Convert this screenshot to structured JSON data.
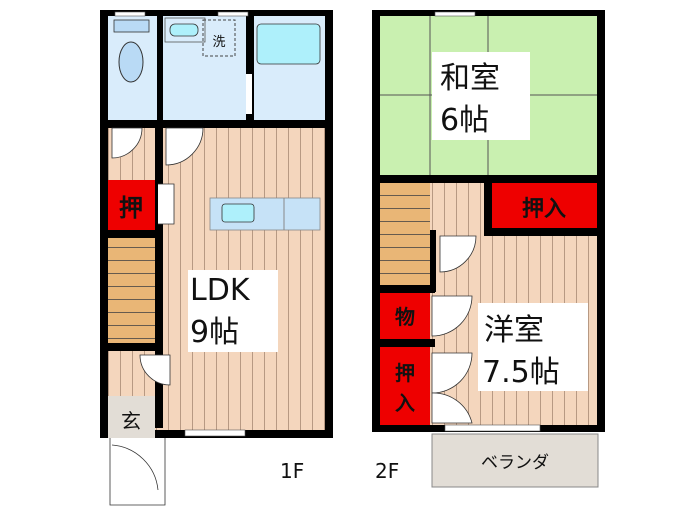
{
  "floor1": {
    "label": "1F",
    "rooms": {
      "ldk_name": "LDK",
      "ldk_size": "9帖",
      "closet": "押",
      "entrance": "玄",
      "washer": "洗"
    }
  },
  "floor2": {
    "label": "2F",
    "rooms": {
      "washitsu_name": "和室",
      "washitsu_size": "6帖",
      "yoshitsu_name": "洋室",
      "yoshitsu_size": "7.5帖",
      "closet_top": "押入",
      "closet_side_1": "押",
      "closet_side_2": "入",
      "storage": "物",
      "veranda": "ベランダ"
    }
  },
  "colors": {
    "wall": "#000000",
    "wood": "#f2d2b8",
    "wet": "#d9ecfb",
    "tatami": "#c9f0b0",
    "closet": "#ee0000",
    "stairs": "#e8b070",
    "veranda": "#e2ddd6"
  }
}
